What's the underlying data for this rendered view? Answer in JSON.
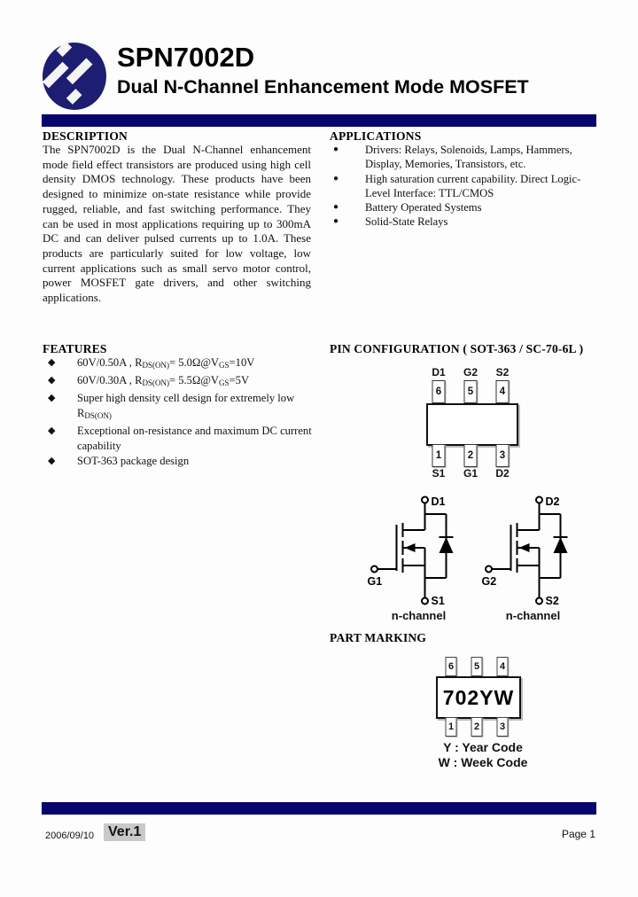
{
  "colors": {
    "navy": "#05056d",
    "version_highlight": "#c9c9c9",
    "logo_navy": "#1d1d72"
  },
  "header": {
    "part_number": "SPN7002D",
    "subtitle": "Dual N-Channel Enhancement Mode MOSFET"
  },
  "description": {
    "heading": "DESCRIPTION",
    "body": "The SPN7002D is the Dual N-Channel enhancement mode field effect transistors are produced using high cell density DMOS technology. These products have been designed to minimize on-state resistance while provide rugged, reliable, and fast switching performance. They can be used in most applications requiring up to 300mA DC and can deliver pulsed currents up to 1.0A. These products are particularly suited for low voltage, low current applications such as small servo motor control, power MOSFET gate drivers, and other switching applications."
  },
  "applications": {
    "heading": "APPLICATIONS",
    "bullet": "●",
    "items": [
      "Drivers: Relays, Solenoids, Lamps, Hammers, Display, Memories, Transistors, etc.",
      "High saturation current capability. Direct Logic-Level Interface: TTL/CMOS",
      "Battery Operated Systems",
      "Solid-State Relays"
    ]
  },
  "features": {
    "heading": "FEATURES",
    "bullet": "◆",
    "items": [
      "60V/0.50A , R~DS(ON)~= 5.0Ω@V~GS~=10V",
      "60V/0.30A , R~DS(ON)~= 5.5Ω@V~GS~=5V",
      "Super high density cell design for extremely low R~DS(ON)~",
      "Exceptional on-resistance and maximum DC current capability",
      "SOT-363 package design"
    ]
  },
  "pin_configuration": {
    "heading": "PIN CONFIGURATION ( SOT-363 / SC-70-6L )",
    "top_pins": [
      {
        "label": "D1",
        "number": "6"
      },
      {
        "label": "G2",
        "number": "5"
      },
      {
        "label": "S2",
        "number": "4"
      }
    ],
    "bottom_pins": [
      {
        "label": "S1",
        "number": "1"
      },
      {
        "label": "G1",
        "number": "2"
      },
      {
        "label": "D2",
        "number": "3"
      }
    ]
  },
  "schematic": {
    "transistors": [
      {
        "drain": "D1",
        "gate": "G1",
        "source": "S1",
        "type_label": "n-channel"
      },
      {
        "drain": "D2",
        "gate": "G2",
        "source": "S2",
        "type_label": "n-channel"
      }
    ]
  },
  "part_marking": {
    "heading": "PART MARKING",
    "marking": "702YW",
    "top_pin_numbers": [
      "6",
      "5",
      "4"
    ],
    "bottom_pin_numbers": [
      "1",
      "2",
      "3"
    ],
    "year_code_note": "Y : Year Code",
    "week_code_note": "W : Week Code"
  },
  "footer": {
    "date": "2006/09/10",
    "version": "Ver.1",
    "page": "Page 1"
  }
}
